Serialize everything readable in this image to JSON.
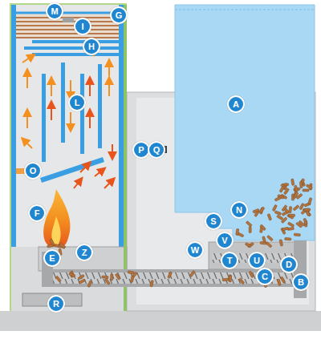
{
  "diagram": {
    "labels": [
      "M",
      "G",
      "I",
      "H",
      "L",
      "A",
      "O",
      "P",
      "Q",
      "F",
      "S",
      "N",
      "V",
      "W",
      "T",
      "U",
      "D",
      "C",
      "B",
      "E",
      "Z",
      "R"
    ]
  }
}
